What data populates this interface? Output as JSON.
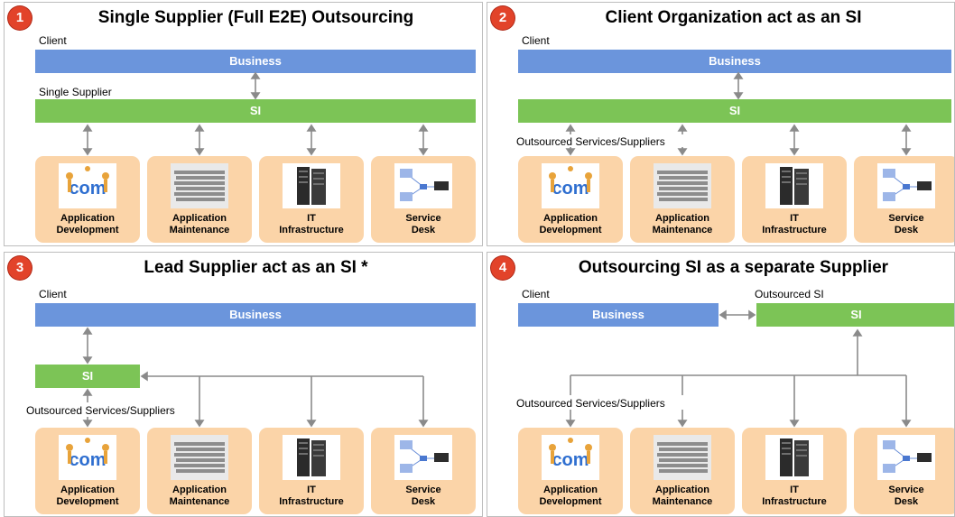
{
  "quadrants": [
    {
      "number": "1",
      "title": "Single Supplier (Full E2E) Outsourcing",
      "labels": {
        "client": "Client",
        "supplier": "Single Supplier"
      },
      "bars": {
        "business": "Business",
        "si": "SI"
      },
      "tiles": [
        {
          "line1": "Application",
          "line2": "Development",
          "icon": "com-people-icon"
        },
        {
          "line1": "Application",
          "line2": "Maintenance",
          "icon": "document-stack-icon"
        },
        {
          "line1": "IT",
          "line2": "Infrastructure",
          "icon": "server-rack-icon"
        },
        {
          "line1": "Service",
          "line2": "Desk",
          "icon": "network-computers-icon"
        }
      ]
    },
    {
      "number": "2",
      "title": "Client Organization act as an SI",
      "labels": {
        "client": "Client",
        "suppliers": "Outsourced Services/Suppliers"
      },
      "bars": {
        "business": "Business",
        "si": "SI"
      },
      "tiles": [
        {
          "line1": "Application",
          "line2": "Development",
          "icon": "com-people-icon"
        },
        {
          "line1": "Application",
          "line2": "Maintenance",
          "icon": "document-stack-icon"
        },
        {
          "line1": "IT",
          "line2": "Infrastructure",
          "icon": "server-rack-icon"
        },
        {
          "line1": "Service",
          "line2": "Desk",
          "icon": "network-computers-icon"
        }
      ]
    },
    {
      "number": "3",
      "title": "Lead Supplier act as an SI *",
      "labels": {
        "client": "Client",
        "suppliers": "Outsourced Services/Suppliers"
      },
      "bars": {
        "business": "Business",
        "si": "SI"
      },
      "tiles": [
        {
          "line1": "Application",
          "line2": "Development",
          "icon": "com-people-icon"
        },
        {
          "line1": "Application",
          "line2": "Maintenance",
          "icon": "document-stack-icon"
        },
        {
          "line1": "IT",
          "line2": "Infrastructure",
          "icon": "server-rack-icon"
        },
        {
          "line1": "Service",
          "line2": "Desk",
          "icon": "network-computers-icon"
        }
      ]
    },
    {
      "number": "4",
      "title": "Outsourcing SI as a separate Supplier",
      "labels": {
        "client": "Client",
        "outsourced_si": "Outsourced SI",
        "suppliers": "Outsourced Services/Suppliers"
      },
      "bars": {
        "business": "Business",
        "si": "SI"
      },
      "tiles": [
        {
          "line1": "Application",
          "line2": "Development",
          "icon": "com-people-icon"
        },
        {
          "line1": "Application",
          "line2": "Maintenance",
          "icon": "document-stack-icon"
        },
        {
          "line1": "IT",
          "line2": "Infrastructure",
          "icon": "server-rack-icon"
        },
        {
          "line1": "Service",
          "line2": "Desk",
          "icon": "network-computers-icon"
        }
      ]
    }
  ],
  "colors": {
    "badge": "#e2432a",
    "business_bar": "#6b95dc",
    "si_bar": "#7cc456",
    "tile": "#fbd4a8",
    "arrow": "#8a8a8a"
  }
}
